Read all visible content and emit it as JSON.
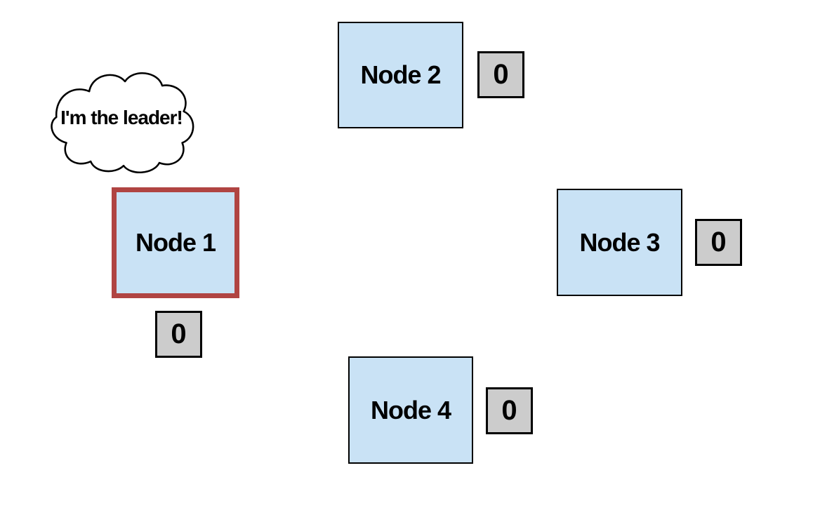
{
  "diagram": {
    "callout": {
      "text": "I'm the leader!"
    },
    "nodes": [
      {
        "label": "Node 1",
        "value": "0",
        "highlighted": true
      },
      {
        "label": "Node 2",
        "value": "0",
        "highlighted": false
      },
      {
        "label": "Node 3",
        "value": "0",
        "highlighted": false
      },
      {
        "label": "Node 4",
        "value": "0",
        "highlighted": false
      }
    ],
    "colors": {
      "background": "#ffffff",
      "node_fill": "#c9e2f5",
      "node_border": "#000000",
      "leader_border": "#b04442",
      "value_fill": "#cccccc",
      "value_border": "#000000"
    }
  }
}
